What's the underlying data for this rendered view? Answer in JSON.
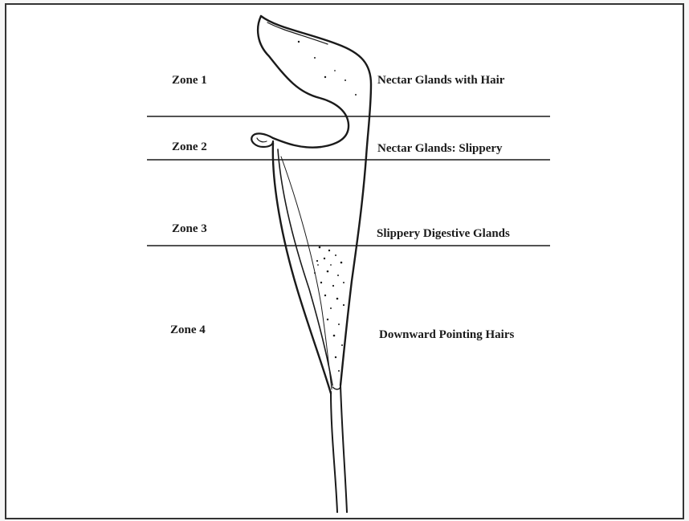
{
  "diagram": {
    "zones": [
      {
        "label": "Zone 1",
        "description": "Nectar Glands with Hair"
      },
      {
        "label": "Zone 2",
        "description": "Nectar Glands: Slippery"
      },
      {
        "label": "Zone 3",
        "description": "Slippery Digestive Glands"
      },
      {
        "label": "Zone 4",
        "description": "Downward Pointing Hairs"
      }
    ],
    "colors": {
      "ink": "#1a1a1a",
      "frame": "#333333",
      "background": "#ffffff"
    }
  }
}
